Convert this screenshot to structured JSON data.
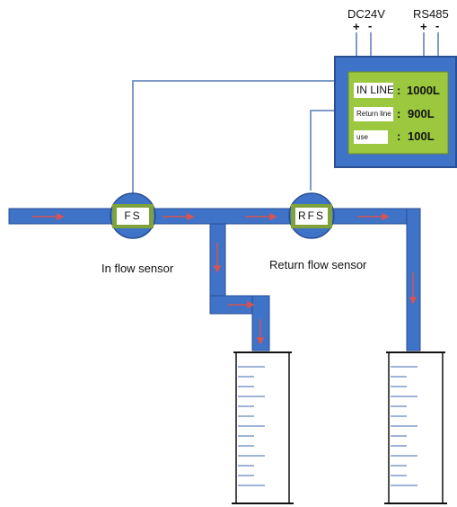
{
  "power": {
    "dc_label": "DC24V",
    "rs_label": "RS485",
    "plus": "+",
    "minus": "-"
  },
  "display": {
    "rows": [
      {
        "label": "IN LINE",
        "value": "1000L"
      },
      {
        "label": "Return line",
        "value": "900L"
      },
      {
        "label": "use",
        "value": "100L"
      }
    ],
    "separator": ":"
  },
  "sensors": {
    "inflow": {
      "code": "FS",
      "caption": "In flow sensor"
    },
    "return": {
      "code": "RFS",
      "caption": "Return  flow sensor"
    }
  },
  "colors": {
    "pipe": "#3f73c8",
    "pipe_edge": "#2a4f94",
    "arrow": "#d9534f",
    "sensor_ring": "#7fa23a",
    "display_bg": "#3f73c8",
    "display_screen": "#9bc83e",
    "wire": "#7f9cc9"
  }
}
